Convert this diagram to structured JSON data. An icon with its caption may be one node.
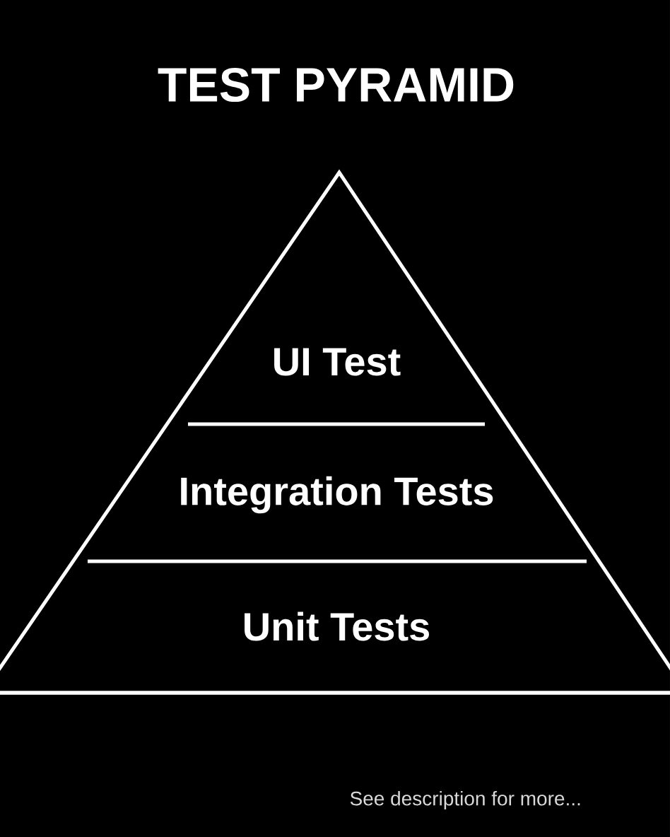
{
  "diagram": {
    "title": "TEST PYRAMID",
    "nodes": [
      {
        "text": [],
        "shape": "triangle"
      },
      {
        "text": [
          "UI Test"
        ],
        "in": 0
      },
      {
        "text": [
          "Integration Tests"
        ],
        "in": 0
      },
      {
        "text": [
          "Unit Tests"
        ],
        "in": 0
      }
    ],
    "labels": [
      "See description for more..."
    ]
  }
}
